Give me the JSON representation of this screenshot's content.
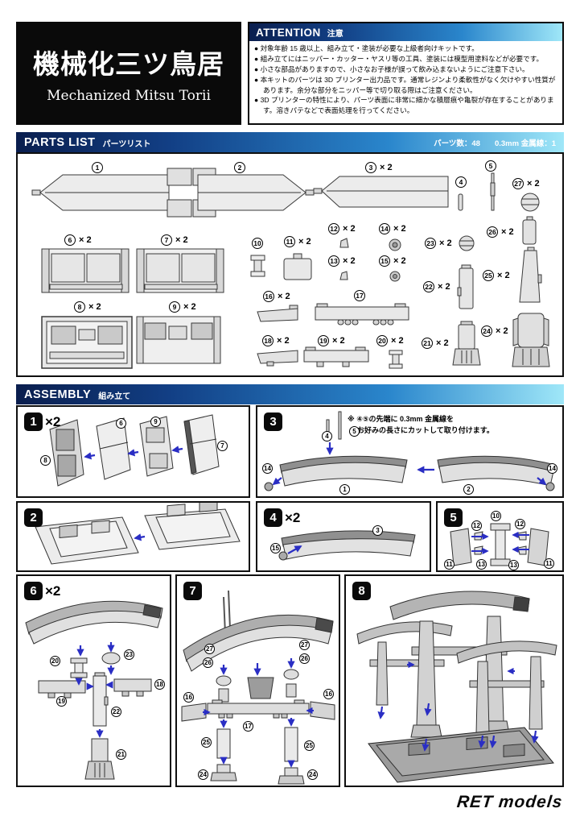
{
  "title": {
    "jp": "機械化三ツ鳥居",
    "en": "Mechanized Mitsu Torii"
  },
  "attention": {
    "heading_en": "ATTENTION",
    "heading_jp": "注意",
    "bullets": [
      "● 対象年齢 15 歳以上、組み立て・塗装が必要な上級者向けキットです。",
      "● 組み立てにはニッパー・カッター・ヤスリ等の工具、塗装には模型用塗料などが必要です。",
      "● 小さな部品がありますので、小さなお子様が誤って飲み込まないようにご注意下さい。",
      "● 本キットのパーツは 3D プリンター出力品です。通常レジンより柔軟性がなく欠けやすい性質があります。余分な部分をニッパー等で切り取る際はご注意ください。",
      "● 3D プリンターの特性により、パーツ表面に非常に細かな積層痕や亀裂が存在することがあります。溶きパテなどで表面処理を行ってください。"
    ]
  },
  "parts_list": {
    "heading_en": "PARTS LIST",
    "heading_jp": "パーツリスト",
    "count_label": "パーツ数：48",
    "wire_label": "0.3mm 金属線：1",
    "items": [
      {
        "num": "1",
        "qty": ""
      },
      {
        "num": "2",
        "qty": ""
      },
      {
        "num": "3",
        "qty": "× 2"
      },
      {
        "num": "4",
        "qty": ""
      },
      {
        "num": "5",
        "qty": ""
      },
      {
        "num": "6",
        "qty": "× 2"
      },
      {
        "num": "7",
        "qty": "× 2"
      },
      {
        "num": "8",
        "qty": "× 2"
      },
      {
        "num": "9",
        "qty": "× 2"
      },
      {
        "num": "10",
        "qty": ""
      },
      {
        "num": "11",
        "qty": "× 2"
      },
      {
        "num": "12",
        "qty": "× 2"
      },
      {
        "num": "13",
        "qty": "× 2"
      },
      {
        "num": "14",
        "qty": "× 2"
      },
      {
        "num": "15",
        "qty": "× 2"
      },
      {
        "num": "16",
        "qty": "× 2"
      },
      {
        "num": "17",
        "qty": ""
      },
      {
        "num": "18",
        "qty": "× 2"
      },
      {
        "num": "19",
        "qty": "× 2"
      },
      {
        "num": "20",
        "qty": "× 2"
      },
      {
        "num": "21",
        "qty": "× 2"
      },
      {
        "num": "22",
        "qty": "× 2"
      },
      {
        "num": "23",
        "qty": "× 2"
      },
      {
        "num": "24",
        "qty": "× 2"
      },
      {
        "num": "25",
        "qty": "× 2"
      },
      {
        "num": "26",
        "qty": "× 2"
      },
      {
        "num": "27",
        "qty": "× 2"
      }
    ]
  },
  "assembly": {
    "heading_en": "ASSEMBLY",
    "heading_jp": "組み立て",
    "steps": [
      {
        "num": "1",
        "qty": "×2",
        "callouts": [
          "8",
          "6",
          "9",
          "7"
        ]
      },
      {
        "num": "2",
        "qty": "",
        "callouts": []
      },
      {
        "num": "3",
        "qty": "",
        "note_line1": "※ ④⑤の先端に 0.3mm 金属線を",
        "note_line2": "お好みの長さにカットして取り付けます。",
        "callouts": [
          "4",
          "5",
          "14",
          "1",
          "2",
          "14"
        ]
      },
      {
        "num": "4",
        "qty": "×2",
        "callouts": [
          "3",
          "15"
        ]
      },
      {
        "num": "5",
        "qty": "",
        "callouts": [
          "10",
          "12",
          "12",
          "11",
          "13",
          "13",
          "11"
        ]
      },
      {
        "num": "6",
        "qty": "×2",
        "callouts": [
          "20",
          "23",
          "19",
          "18",
          "22",
          "21"
        ]
      },
      {
        "num": "7",
        "qty": "",
        "callouts": [
          "27",
          "27",
          "26",
          "26",
          "16",
          "16",
          "17",
          "25",
          "25",
          "24",
          "24"
        ]
      },
      {
        "num": "8",
        "qty": "",
        "callouts": []
      }
    ]
  },
  "footer": {
    "logo": "RET models"
  },
  "colors": {
    "header_gradient_start": "#0a1e4e",
    "header_gradient_end": "#9fe7f8",
    "arrow_blue": "#2a2ec4",
    "title_bg": "#0a0a0a"
  }
}
